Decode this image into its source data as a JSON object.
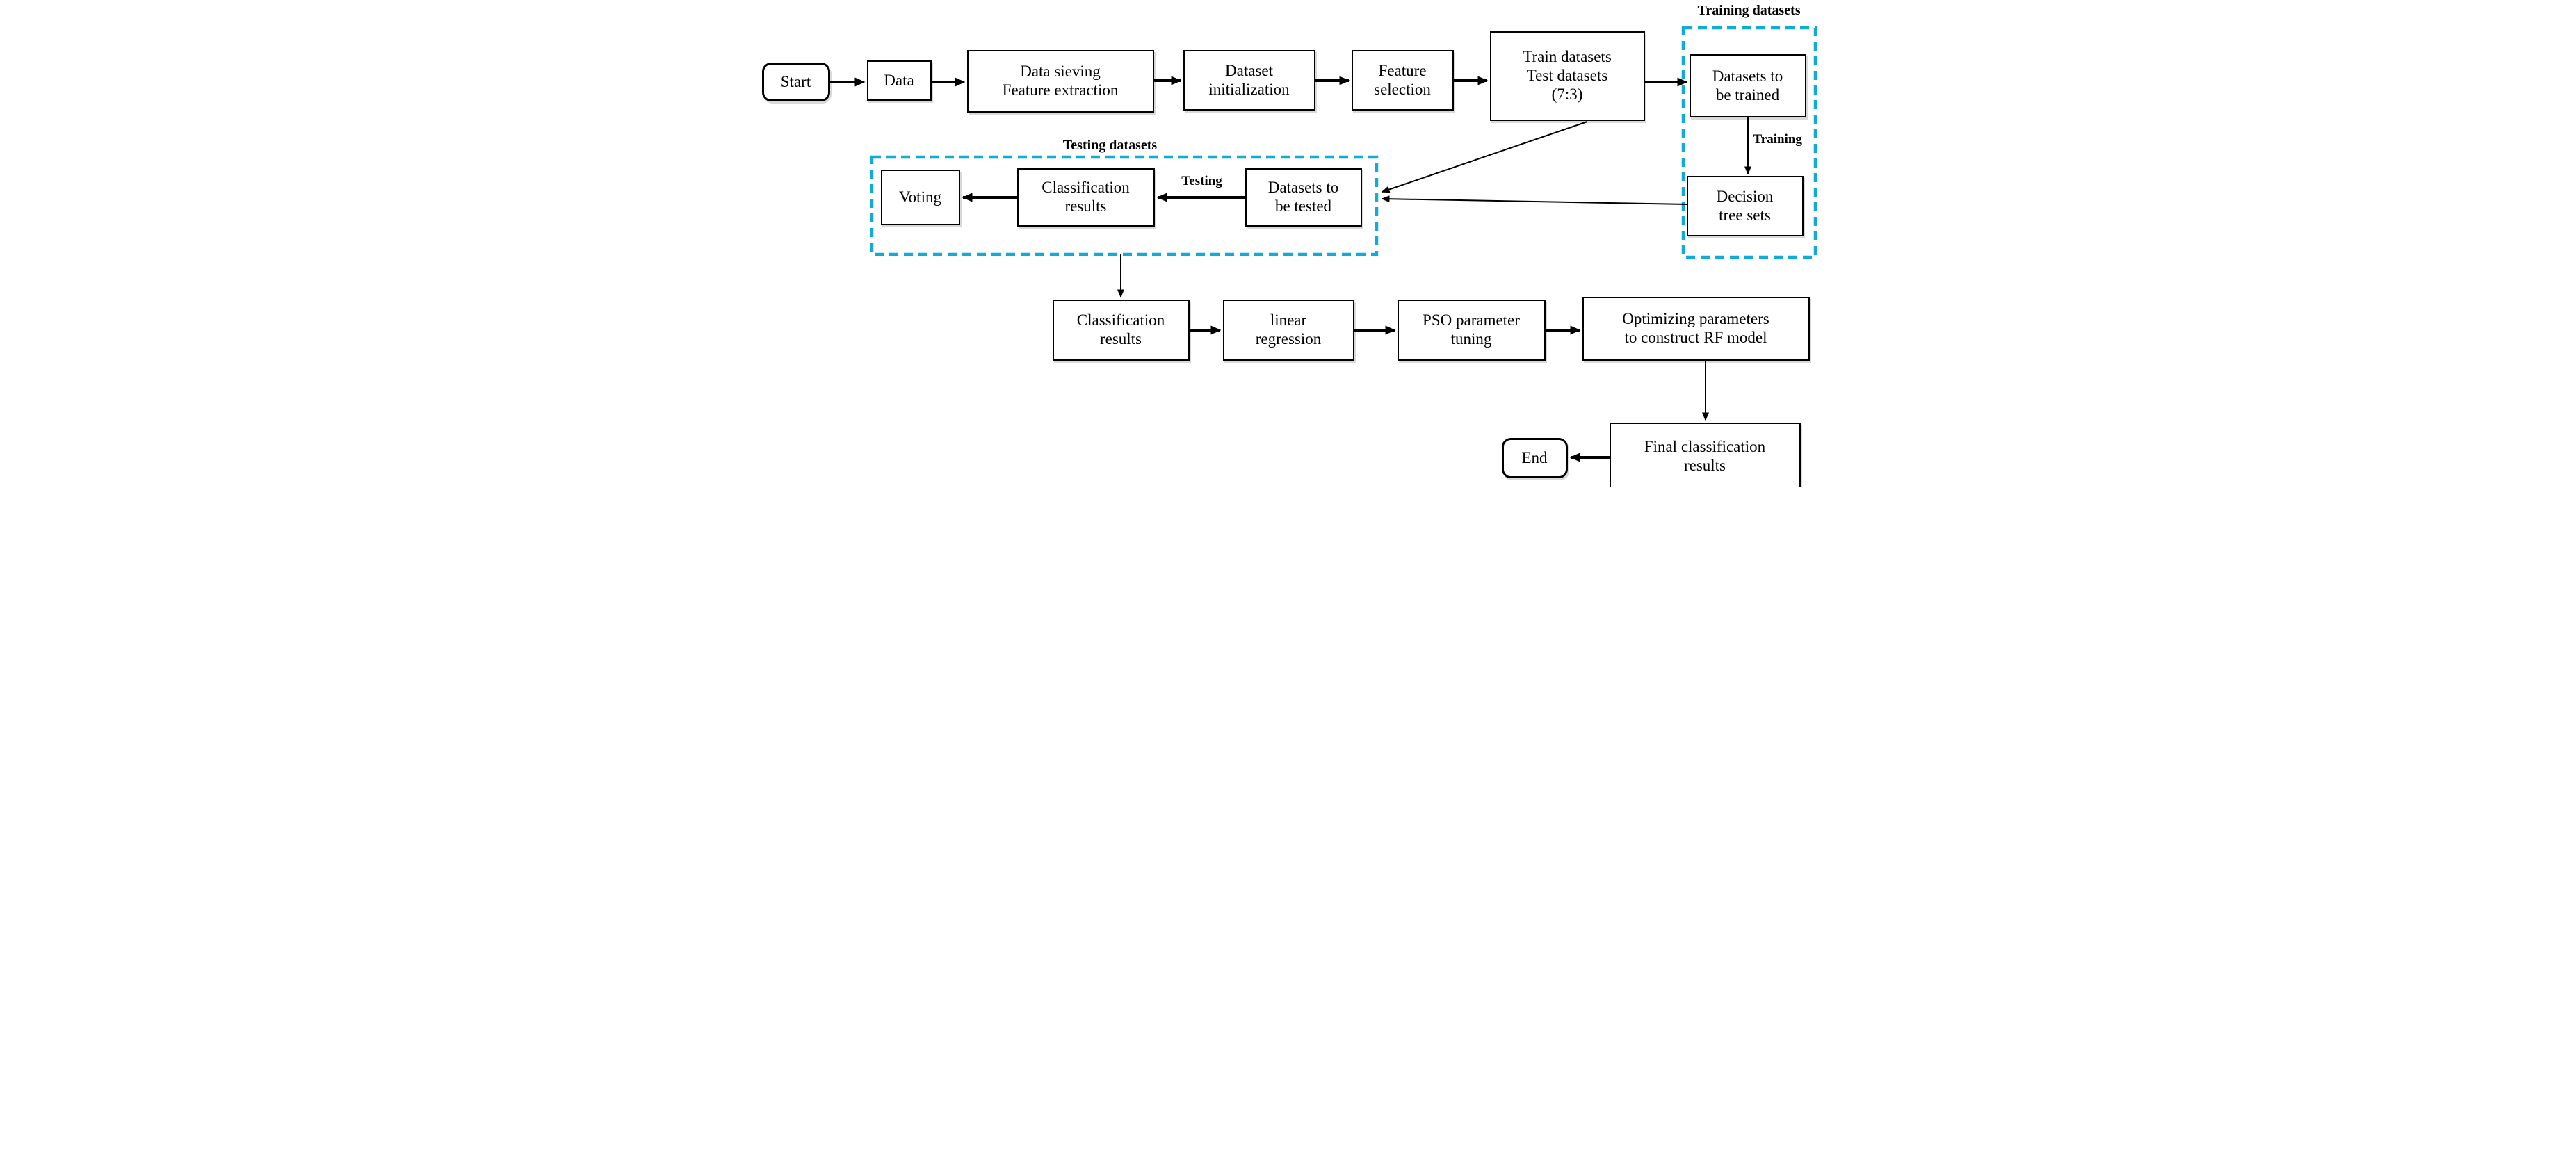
{
  "diagram": {
    "nodes": {
      "start": "Start",
      "data": "Data",
      "sieving": "Data sieving\nFeature extraction",
      "dataset_init": "Dataset\ninitialization",
      "feature_sel": "Feature\nselection",
      "train_test": "Train datasets\nTest datasets\n(7:3)",
      "to_be_trained": "Datasets to\nbe trained",
      "decision_trees": "Decision\ntree sets",
      "to_be_tested": "Datasets to\nbe tested",
      "class_results_testing": "Classification\nresults",
      "voting": "Voting",
      "class_results": "Classification\nresults",
      "linear_regression": "linear\nregression",
      "pso_tuning": "PSO parameter\ntuning",
      "optimizing": "Optimizing parameters\nto construct RF model",
      "final_results": "Final classification\nresults",
      "end": "End"
    },
    "groups": {
      "training": "Training datasets",
      "testing": "Testing datasets"
    },
    "edge_labels": {
      "training": "Training",
      "testing": "Testing"
    },
    "colors": {
      "group_border": "#10abd6",
      "box_border": "#000000"
    }
  }
}
